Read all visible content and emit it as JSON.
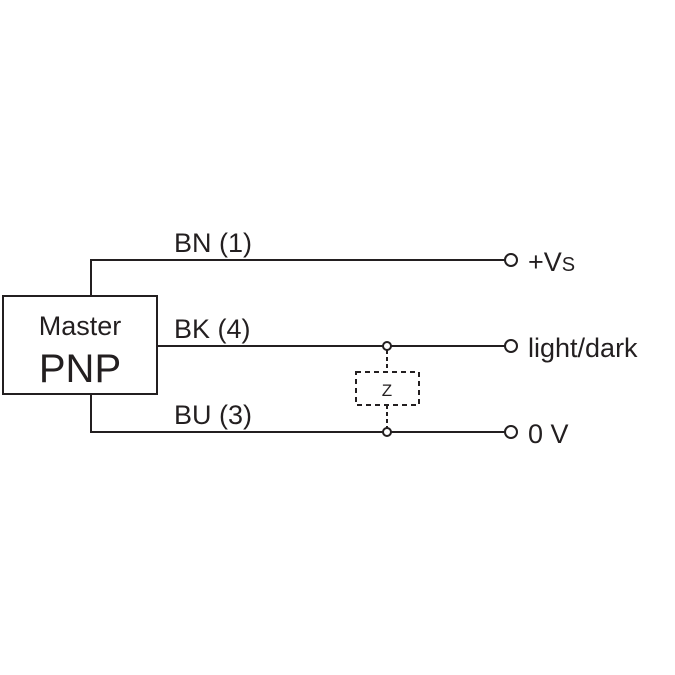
{
  "device": {
    "line1": "Master",
    "line2": "PNP"
  },
  "wires": [
    {
      "label": "BN (1)",
      "terminal": "+V",
      "terminal_sub": "S"
    },
    {
      "label": "BK (4)",
      "terminal": "light/dark"
    },
    {
      "label": "BU (3)",
      "terminal": "0 V"
    }
  ],
  "load": {
    "label": "Z"
  },
  "colors": {
    "line": "#231f20",
    "background": "#ffffff"
  }
}
